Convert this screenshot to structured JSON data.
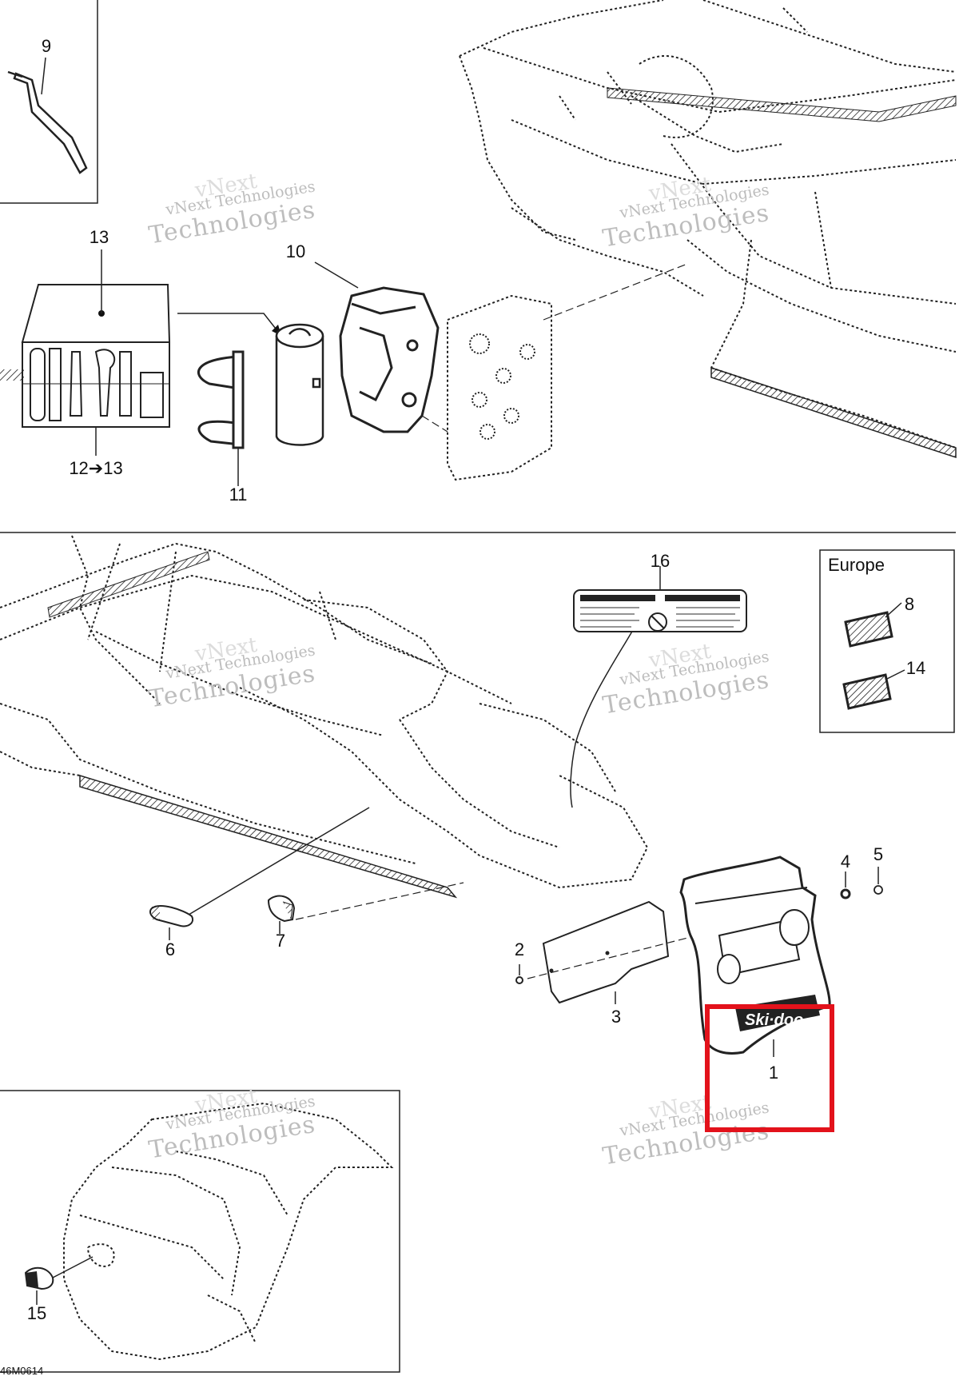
{
  "diagram": {
    "figure_code": "46M0614",
    "inset_title": "Europe",
    "callouts": {
      "c1": "1",
      "c2": "2",
      "c3": "3",
      "c4": "4",
      "c5": "5",
      "c6": "6",
      "c7": "7",
      "c8": "8",
      "c9": "9",
      "c10": "10",
      "c11": "11",
      "c12": "12➔13",
      "c13": "13",
      "c14": "14",
      "c15": "15",
      "c16": "16"
    },
    "watermark": {
      "line1": "vNext Technologies",
      "line2": "Technologies",
      "faint": "vNext"
    },
    "highlight_color": "#e3121b",
    "highlighted_part": "1"
  }
}
